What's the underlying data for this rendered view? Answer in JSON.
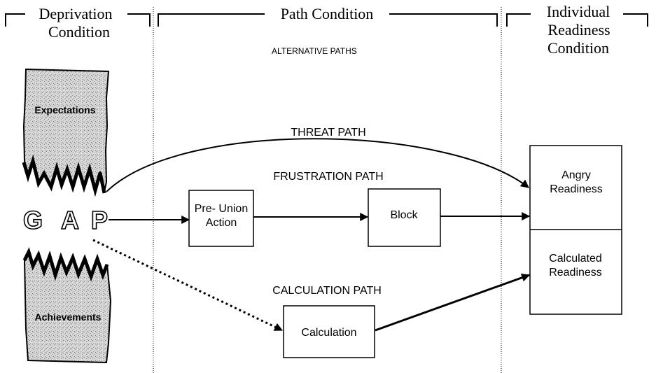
{
  "headers": {
    "deprivation": [
      "Deprivation",
      "Condition"
    ],
    "path": "Path Condition",
    "readiness": [
      "Individual",
      "Readiness",
      "Condition"
    ]
  },
  "subtitle": "ALTERNATIVE PATHS",
  "left": {
    "expectations": "Expectations",
    "gap": [
      "G",
      "A",
      "P"
    ],
    "achievements": "Achievements"
  },
  "paths": {
    "threat": "THREAT PATH",
    "frustration": "FRUSTRATION PATH",
    "calculation": "CALCULATION PATH"
  },
  "boxes": {
    "pre_union": [
      "Pre- Union",
      "Action"
    ],
    "block": "Block",
    "calculation": "Calculation",
    "angry": [
      "Angry",
      "Readiness"
    ],
    "calculated": [
      "Calculated",
      "Readiness"
    ]
  }
}
